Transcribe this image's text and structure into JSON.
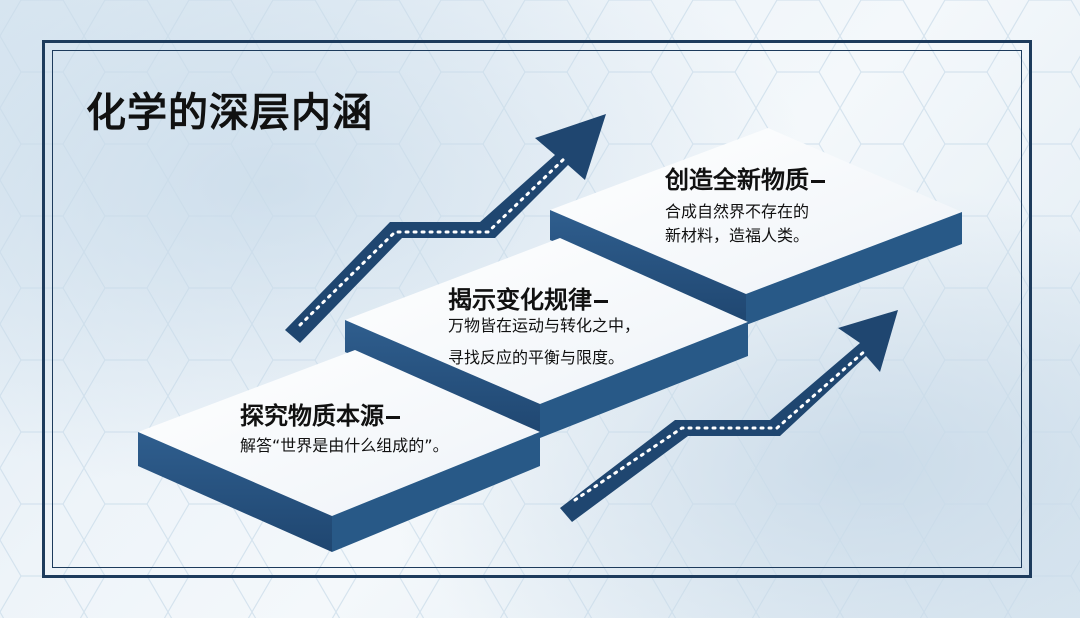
{
  "slide": {
    "title": "化学的深层内涵",
    "steps": [
      {
        "heading": "探究物质本源",
        "lines": [
          "解答“世界是由什么组成的”。"
        ]
      },
      {
        "heading": "揭示变化规律",
        "lines": [
          "万物皆在运动与转化之中，",
          "寻找反应的平衡与限度。"
        ]
      },
      {
        "heading": "创造全新物质",
        "lines": [
          "合成自然界不存在的",
          "新材料，造福人类。"
        ]
      }
    ],
    "icons": [
      "upward-arrow-icon",
      "upward-arrow-icon"
    ],
    "colors": {
      "accent": "#2a5b8c",
      "frame": "#1d3b5c",
      "text": "#111111"
    }
  }
}
